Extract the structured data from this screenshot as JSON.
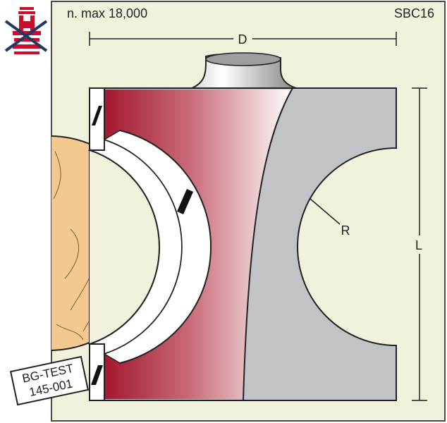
{
  "header": {
    "speed": "n. max 18,000",
    "code": "SBC16"
  },
  "dimensions": {
    "diameter": "D",
    "length": "L",
    "radius": "R"
  },
  "tag": {
    "line1": "BG-TEST",
    "line2": "145-001"
  },
  "icons": {
    "machine": "machine-crossed-out-icon"
  },
  "colors": {
    "background": "#f1f2dc",
    "frame": "#4a4a4a",
    "cutter_grey": "#c2c3c6",
    "edge_red": "#a3182e",
    "icon_red": "#c8102e",
    "icon_navy": "#1f3864",
    "wood": "#f3c98f"
  }
}
